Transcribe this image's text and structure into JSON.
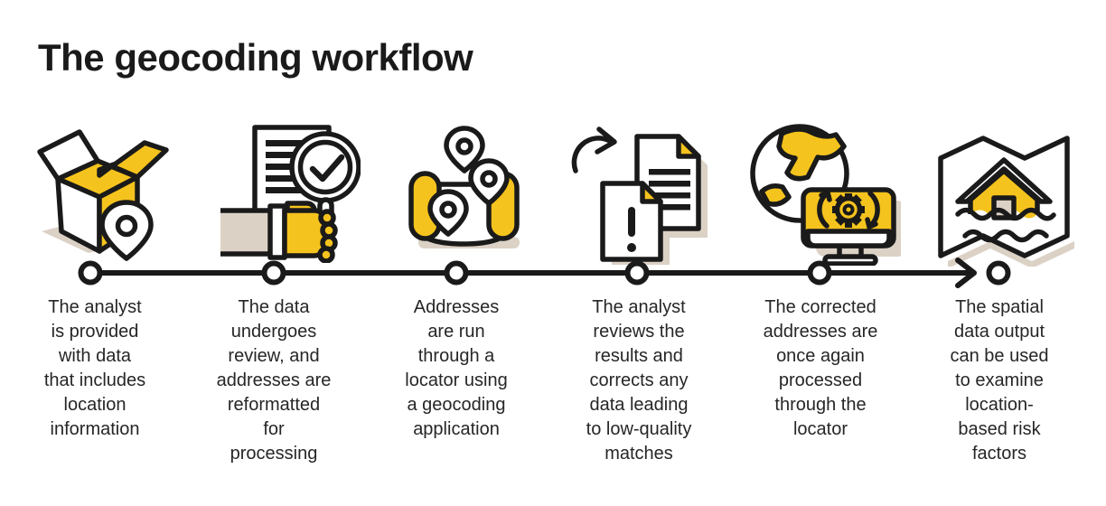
{
  "title": "The geocoding workflow",
  "colors": {
    "ink": "#1A1A1A",
    "yellow": "#F5C31D",
    "beige": "#DBD1C5",
    "background": "#FFFFFF"
  },
  "timeline": {
    "node_count": 6,
    "direction": "left-to-right",
    "end_marker": "arrow"
  },
  "steps": [
    {
      "icon": "open-box-location-pin-icon",
      "text": "The analyst\nis provided\nwith data\nthat includes\nlocation\ninformation"
    },
    {
      "icon": "document-review-magnifier-icon",
      "text": "The data\nundergoes\nreview, and\naddresses are\nreformatted\nfor\nprocessing"
    },
    {
      "icon": "map-scroll-pins-icon",
      "text": "Addresses\nare run\nthrough a\nlocator using\na geocoding\napplication"
    },
    {
      "icon": "documents-error-arrow-icon",
      "text": "The analyst\nreviews the\nresults and\ncorrects any\ndata leading\nto low-quality\nmatches"
    },
    {
      "icon": "globe-processing-monitor-icon",
      "text": "The corrected\naddresses are\nonce again\nprocessed\nthrough the\nlocator"
    },
    {
      "icon": "flooded-house-map-icon",
      "text": "The spatial\ndata output\ncan be used\nto examine\nlocation-\nbased risk\nfactors"
    }
  ]
}
